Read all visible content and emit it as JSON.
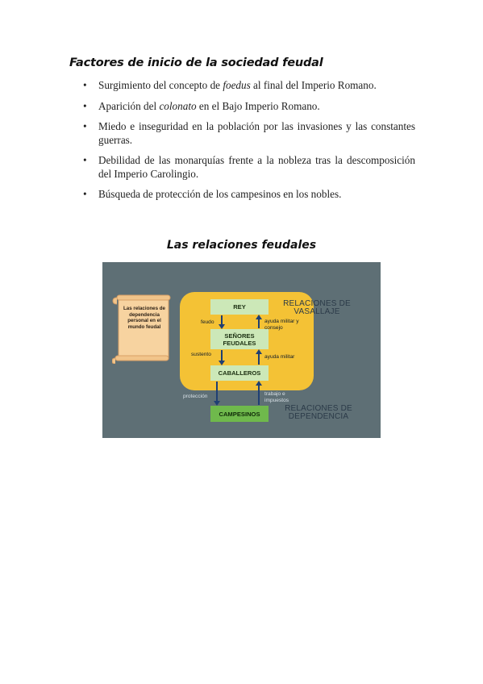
{
  "heading": "Factores de inicio de la sociedad feudal",
  "bullet_glyph": "•",
  "bullets": [
    {
      "before": "Surgimiento del concepto de ",
      "italic": "foedus",
      "after": " al final del Imperio Romano."
    },
    {
      "before": "Aparición del ",
      "italic": "colonato",
      "after": " en el Bajo Imperio Romano."
    },
    {
      "text": "Miedo e inseguridad en la población por las invasiones y las constantes guerras."
    },
    {
      "text": "Debilidad de las monarquías frente a la nobleza tras la descomposición del Imperio Carolingio."
    },
    {
      "text": "Búsqueda de protección de los campesinos en los nobles."
    }
  ],
  "section_title": "Las relaciones feudales",
  "diagram": {
    "scroll_text": "Las relaciones de dependencia personal en el mundo feudal",
    "vasallaje_title": "RELACIONES DE VASALLAJE",
    "dependencia_title": "RELACIONES DE DEPENDENCIA",
    "boxes": {
      "rey": "REY",
      "senores": "SEÑORES FEUDALES",
      "caballeros": "CABALLEROS",
      "campesinos": "CAMPESINOS"
    },
    "labels": {
      "feudo": "feudo",
      "ayuda_consejo": "ayuda militar y consejo",
      "sustento": "sustento",
      "ayuda_militar": "ayuda militar",
      "proteccion": "protección",
      "trabajo": "trabajo e impuestos"
    },
    "colors": {
      "background": "#5e6f75",
      "panel": "#f4c235",
      "box_light": "#cce8b8",
      "box_green": "#6fb94c",
      "arrow": "#1f3f73",
      "scroll": "#f7d3a0"
    }
  }
}
